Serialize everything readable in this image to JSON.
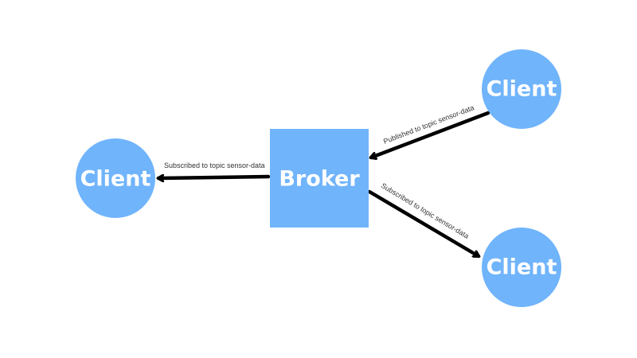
{
  "diagram": {
    "colors": {
      "node_fill": "#70b4fb",
      "label_color": "#ffffff",
      "arrow_color": "#000000",
      "edge_label_color": "#333333"
    },
    "nodes": {
      "broker": {
        "label": "Broker",
        "shape": "square"
      },
      "client_left": {
        "label": "Client",
        "shape": "circle"
      },
      "client_top_right": {
        "label": "Client",
        "shape": "circle"
      },
      "client_bottom_right": {
        "label": "Client",
        "shape": "circle"
      }
    },
    "edges": [
      {
        "from": "broker",
        "to": "client_left",
        "label": "Subscribed to topic sensor-data"
      },
      {
        "from": "client_top_right",
        "to": "broker",
        "label": "Published to topic sensor-data"
      },
      {
        "from": "broker",
        "to": "client_bottom_right",
        "label": "Subscribed to topic sensor-data"
      }
    ]
  }
}
